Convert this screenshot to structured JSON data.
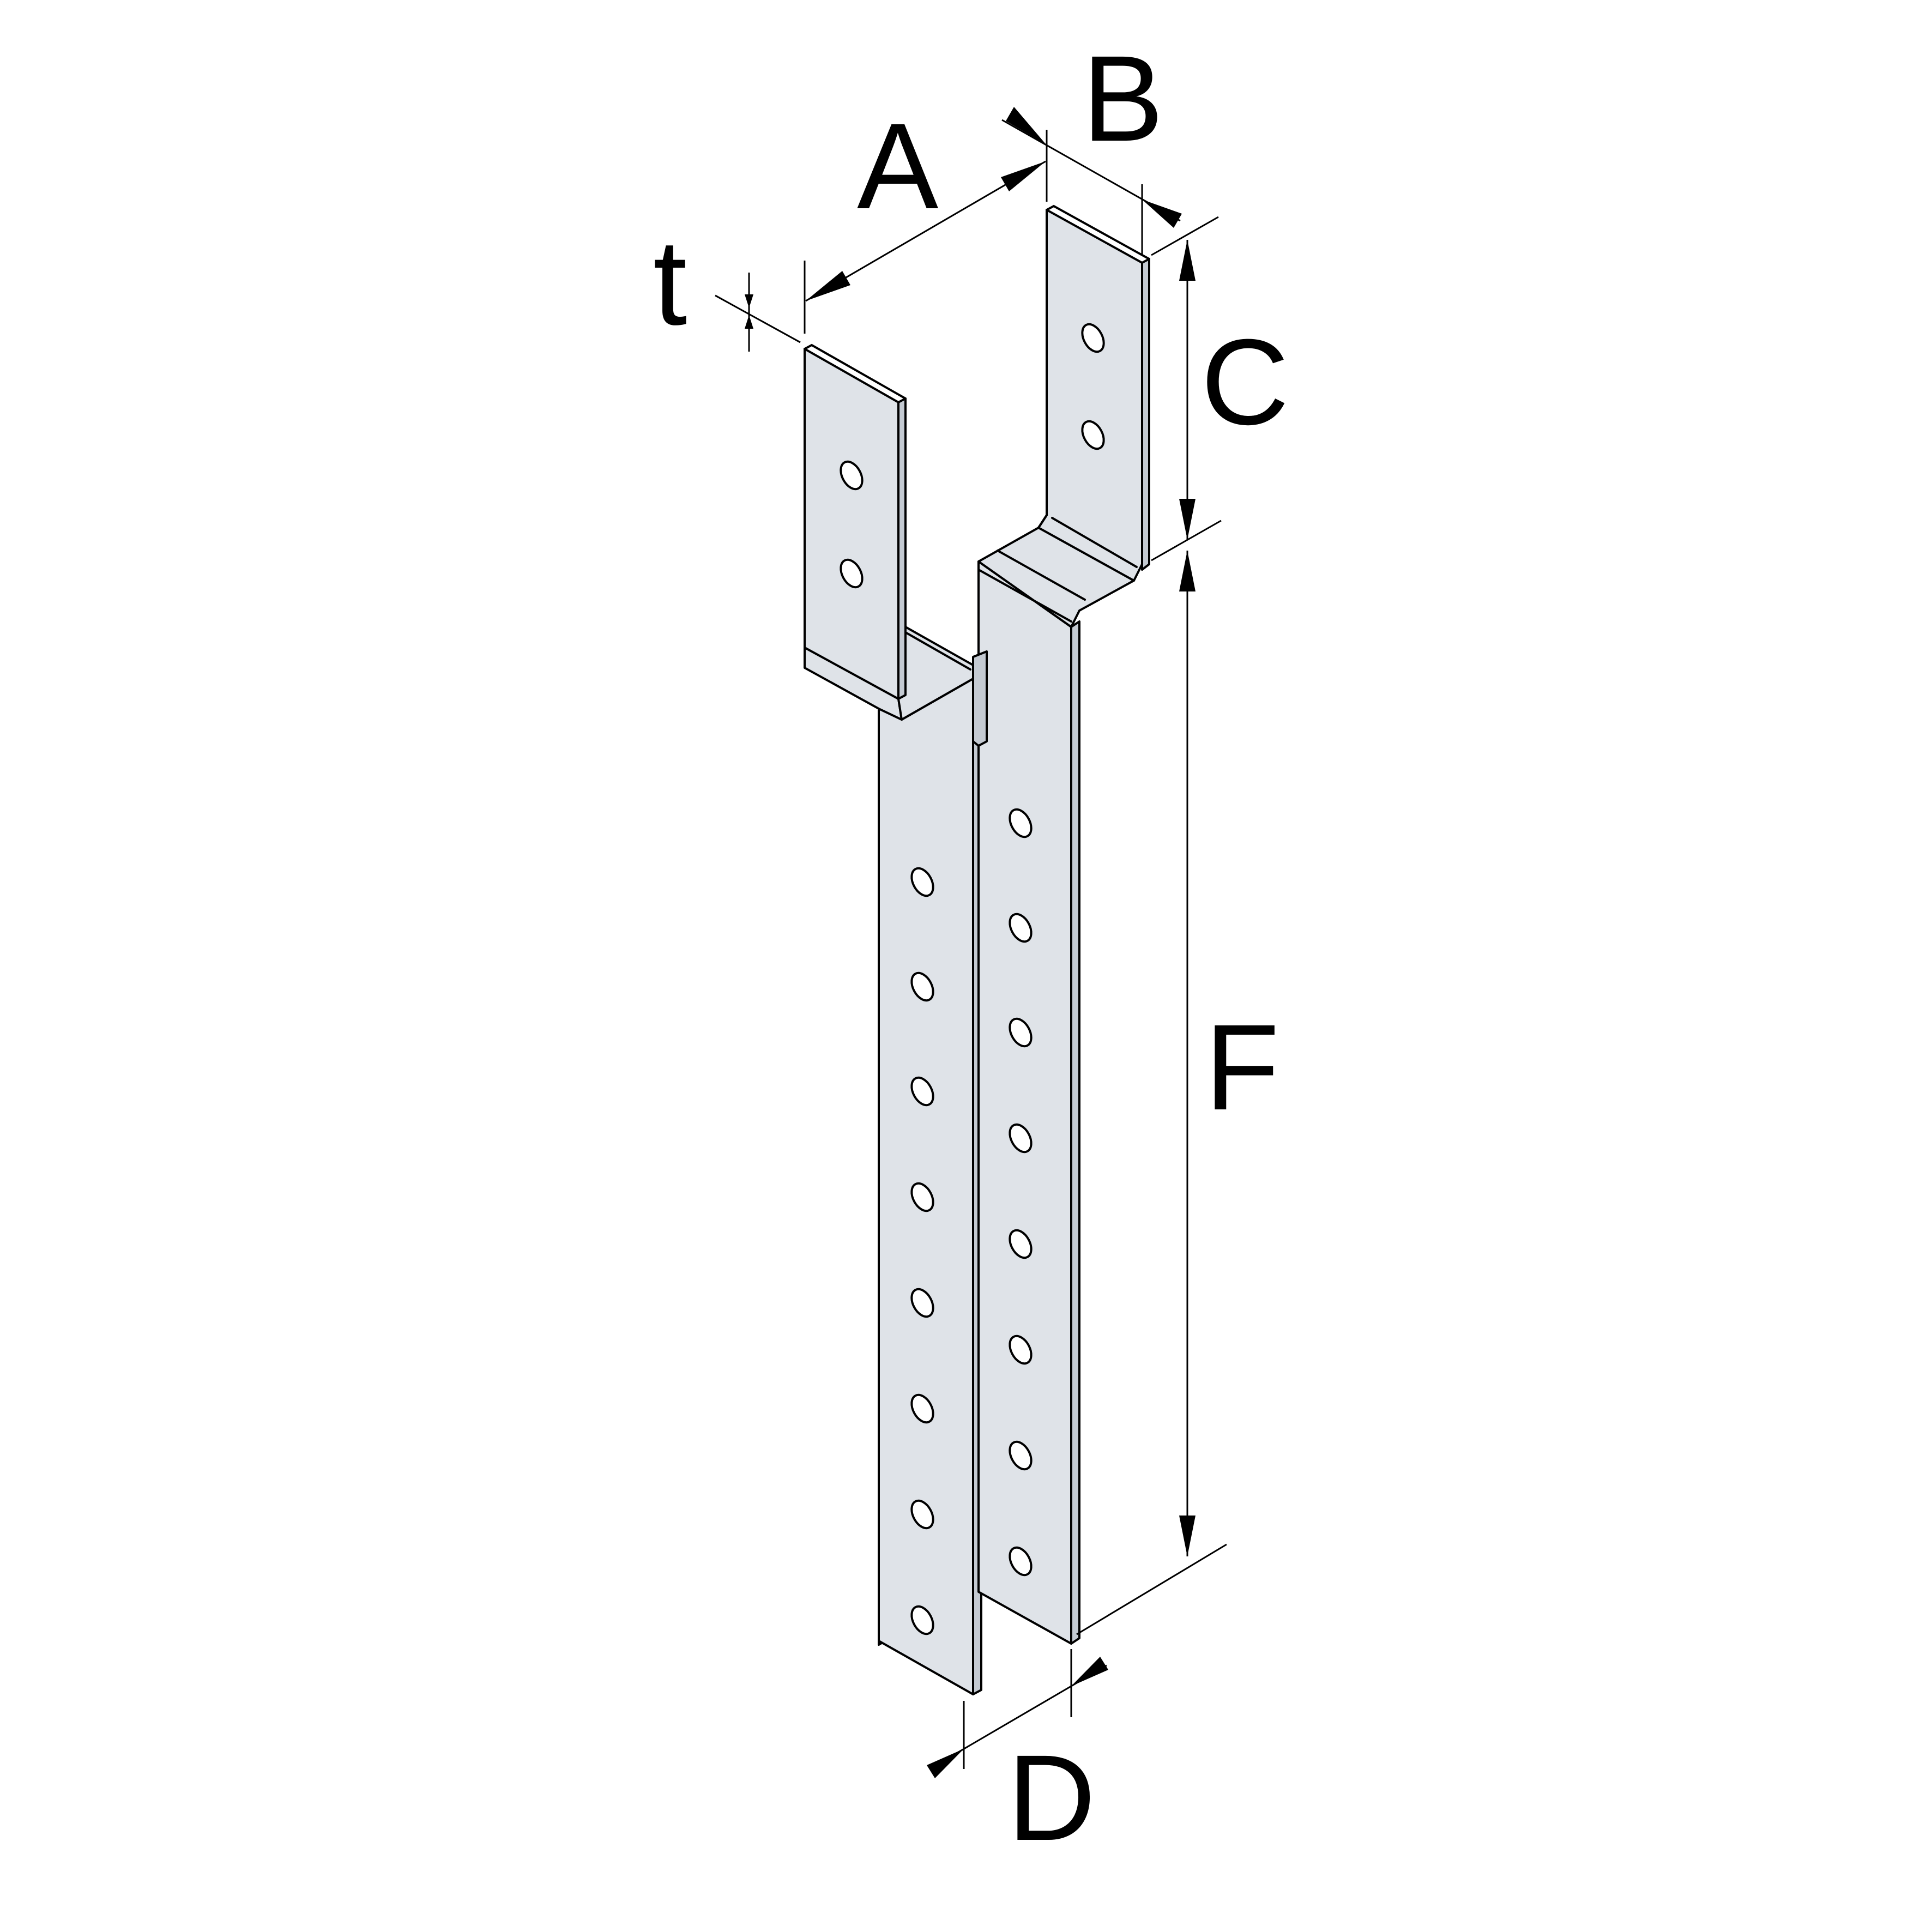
{
  "labels": {
    "A": "A",
    "B": "B",
    "C": "C",
    "D": "D",
    "F": "F",
    "t": "t"
  },
  "colors": {
    "plate": "#dfe3e8",
    "plate_side": "#c4cad2",
    "line": "#000000",
    "background": "#ffffff"
  }
}
